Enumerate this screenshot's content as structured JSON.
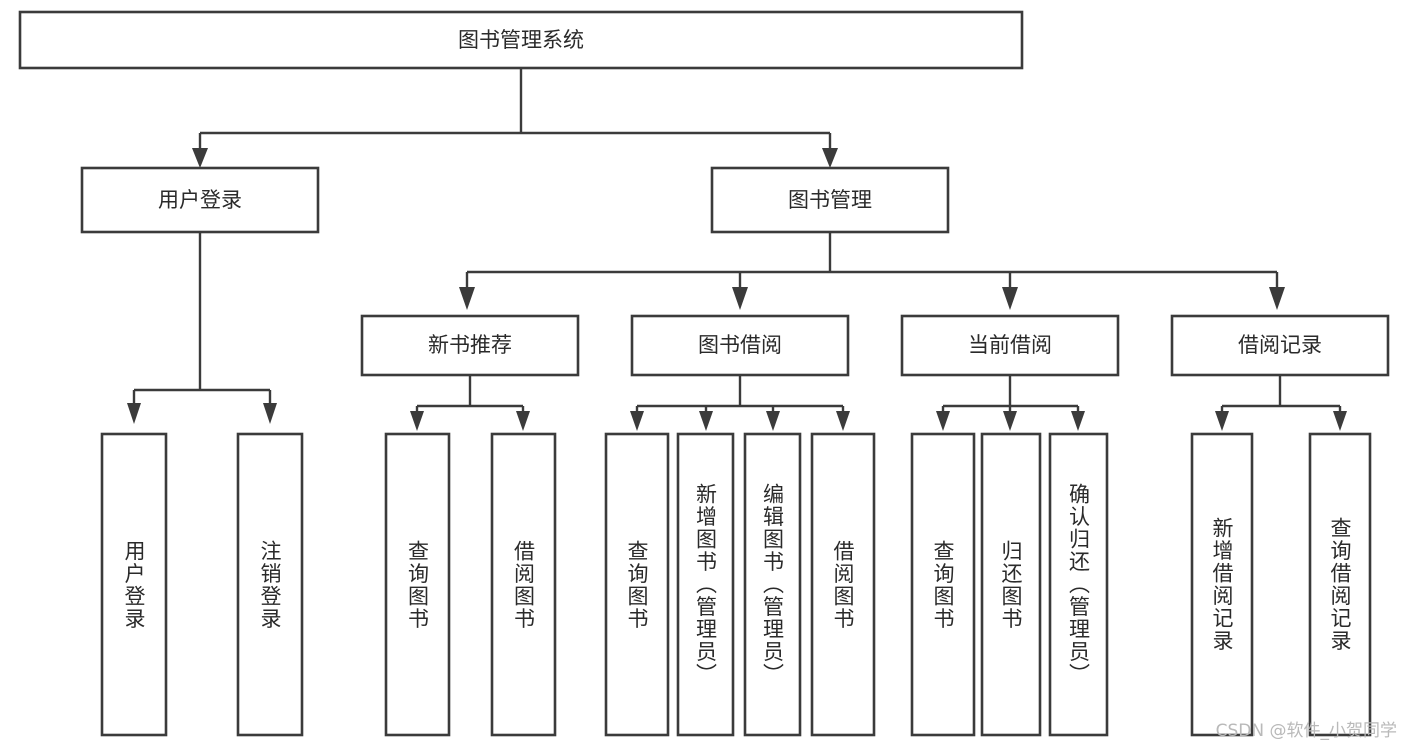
{
  "diagram": {
    "title": "图书管理系统",
    "type": "tree-hierarchy",
    "watermark": "CSDN @软件_小贺同学",
    "root": {
      "id": "root",
      "label": "图书管理系统",
      "orientation": "horizontal"
    },
    "level2": [
      {
        "id": "user-login",
        "label": "用户登录",
        "orientation": "horizontal"
      },
      {
        "id": "book-manage",
        "label": "图书管理",
        "orientation": "horizontal"
      }
    ],
    "level3": [
      {
        "id": "new-book-recommend",
        "label": "新书推荐",
        "orientation": "horizontal",
        "parent": "book-manage"
      },
      {
        "id": "book-borrow",
        "label": "图书借阅",
        "orientation": "horizontal",
        "parent": "book-manage"
      },
      {
        "id": "current-borrow",
        "label": "当前借阅",
        "orientation": "horizontal",
        "parent": "book-manage"
      },
      {
        "id": "borrow-record",
        "label": "借阅记录",
        "orientation": "horizontal",
        "parent": "book-manage"
      }
    ],
    "leaves": [
      {
        "id": "leaf-user-login",
        "label": "用户登录",
        "parent": "user-login",
        "orientation": "vertical"
      },
      {
        "id": "leaf-user-logout",
        "label": "注销登录",
        "parent": "user-login",
        "orientation": "vertical"
      },
      {
        "id": "leaf-query-book-1",
        "label": "查询图书",
        "parent": "new-book-recommend",
        "orientation": "vertical"
      },
      {
        "id": "leaf-borrow-book-1",
        "label": "借阅图书",
        "parent": "new-book-recommend",
        "orientation": "vertical"
      },
      {
        "id": "leaf-query-book-2",
        "label": "查询图书",
        "parent": "book-borrow",
        "orientation": "vertical"
      },
      {
        "id": "leaf-add-book",
        "label": "新增图书（管理员）",
        "parent": "book-borrow",
        "orientation": "vertical"
      },
      {
        "id": "leaf-edit-book",
        "label": "编辑图书（管理员）",
        "parent": "book-borrow",
        "orientation": "vertical"
      },
      {
        "id": "leaf-borrow-book-2",
        "label": "借阅图书",
        "parent": "book-borrow",
        "orientation": "vertical"
      },
      {
        "id": "leaf-query-book-3",
        "label": "查询图书",
        "parent": "current-borrow",
        "orientation": "vertical"
      },
      {
        "id": "leaf-return-book",
        "label": "归还图书",
        "parent": "current-borrow",
        "orientation": "vertical"
      },
      {
        "id": "leaf-confirm-return",
        "label": "确认归还（管理员）",
        "parent": "current-borrow",
        "orientation": "vertical"
      },
      {
        "id": "leaf-add-record",
        "label": "新增借阅记录",
        "parent": "borrow-record",
        "orientation": "vertical"
      },
      {
        "id": "leaf-query-record",
        "label": "查询借阅记录",
        "parent": "borrow-record",
        "orientation": "vertical"
      }
    ],
    "colors": {
      "stroke": "#3b3b3b",
      "fill": "#ffffff",
      "text": "#2a2a2a",
      "watermark": "#b9b9b9"
    }
  }
}
